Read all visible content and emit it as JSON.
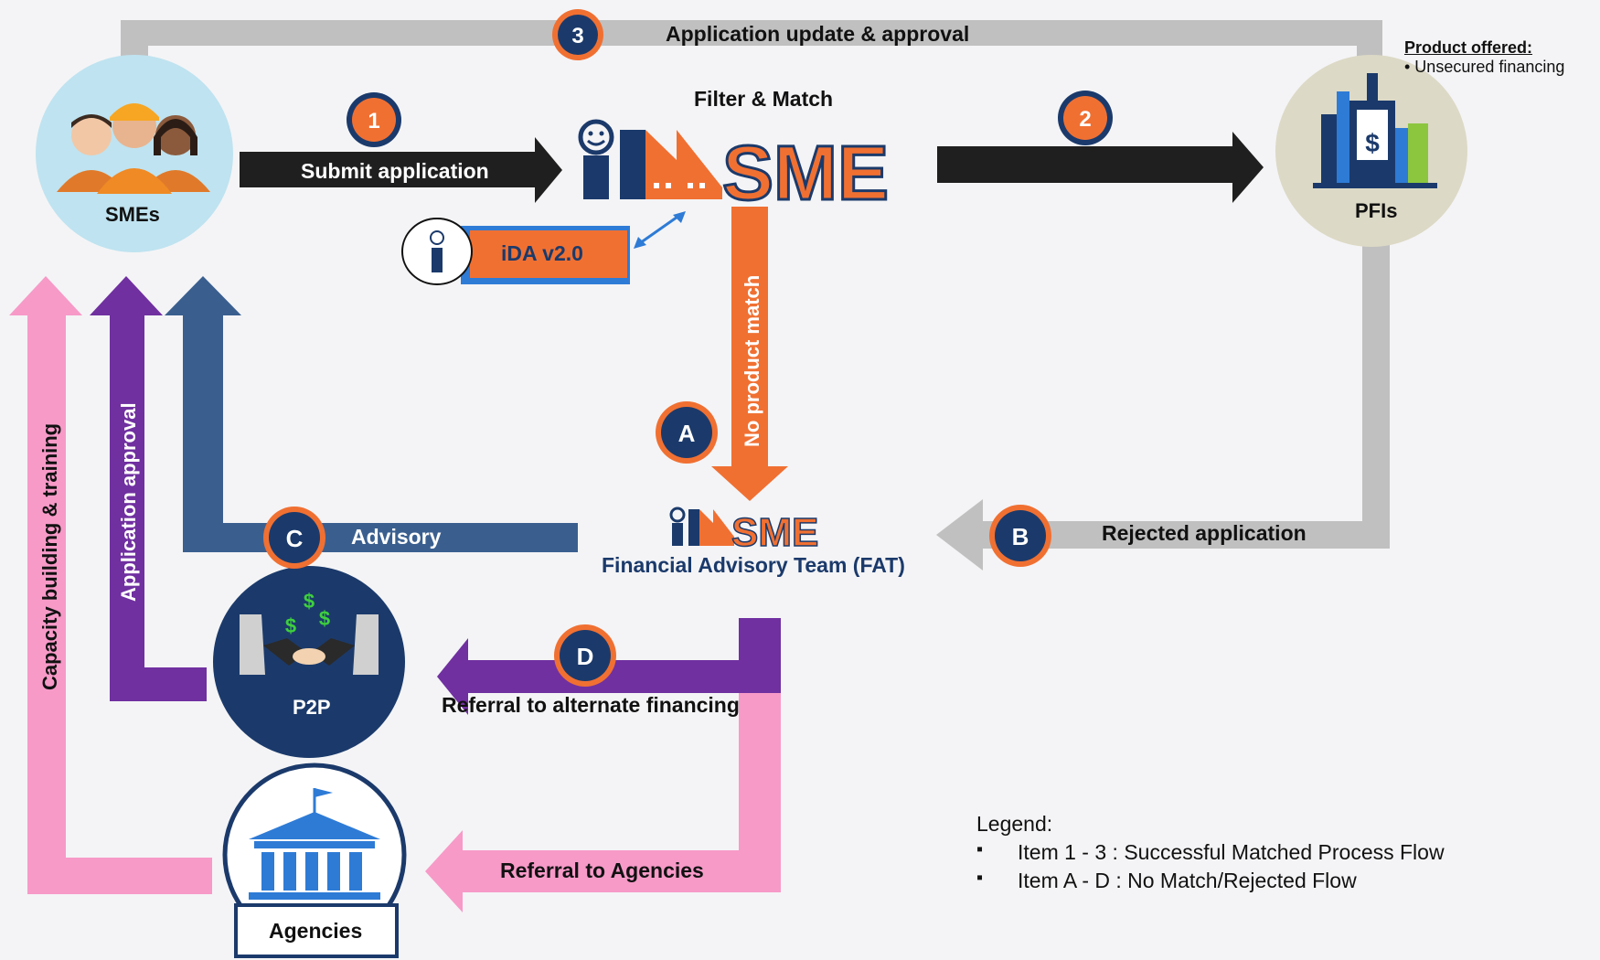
{
  "nodes": {
    "smes": "SMEs",
    "pfis": "PFIs",
    "p2p": "P2P",
    "agencies": "Agencies",
    "imsme_logo": "SME",
    "fat": "Financial Advisory Team (FAT)",
    "ida": "iDA v2.0",
    "filter_match": "Filter & Match"
  },
  "product": {
    "heading": "Product offered:",
    "item": "• Unsecured financing"
  },
  "flows": {
    "update_approval": "Application update & approval",
    "submit": "Submit application",
    "no_match": "No product match",
    "rejected": "Rejected application",
    "advisory": "Advisory",
    "referral_alt": "Referral to alternate financing",
    "referral_agencies": "Referral to Agencies",
    "application_approval": "Application approval",
    "capacity": "Capacity building & training"
  },
  "steps": {
    "s1": "1",
    "s2": "2",
    "s3": "3",
    "a": "A",
    "b": "B",
    "c": "C",
    "d": "D"
  },
  "legend": {
    "title": "Legend:",
    "items": [
      "Item 1 - 3 : Successful Matched Process Flow",
      "Item A - D : No Match/Rejected Flow"
    ]
  },
  "colors": {
    "orange": "#f07032",
    "navy": "#1b3a6b",
    "dark": "#1f1f1f",
    "gray": "#c0c0c0",
    "pink": "#f79ac8",
    "purple": "#7030a0",
    "steel": "#3a5f8f",
    "sme_circle": "#bfe3f0",
    "pfi_circle": "#dcd9c6"
  }
}
